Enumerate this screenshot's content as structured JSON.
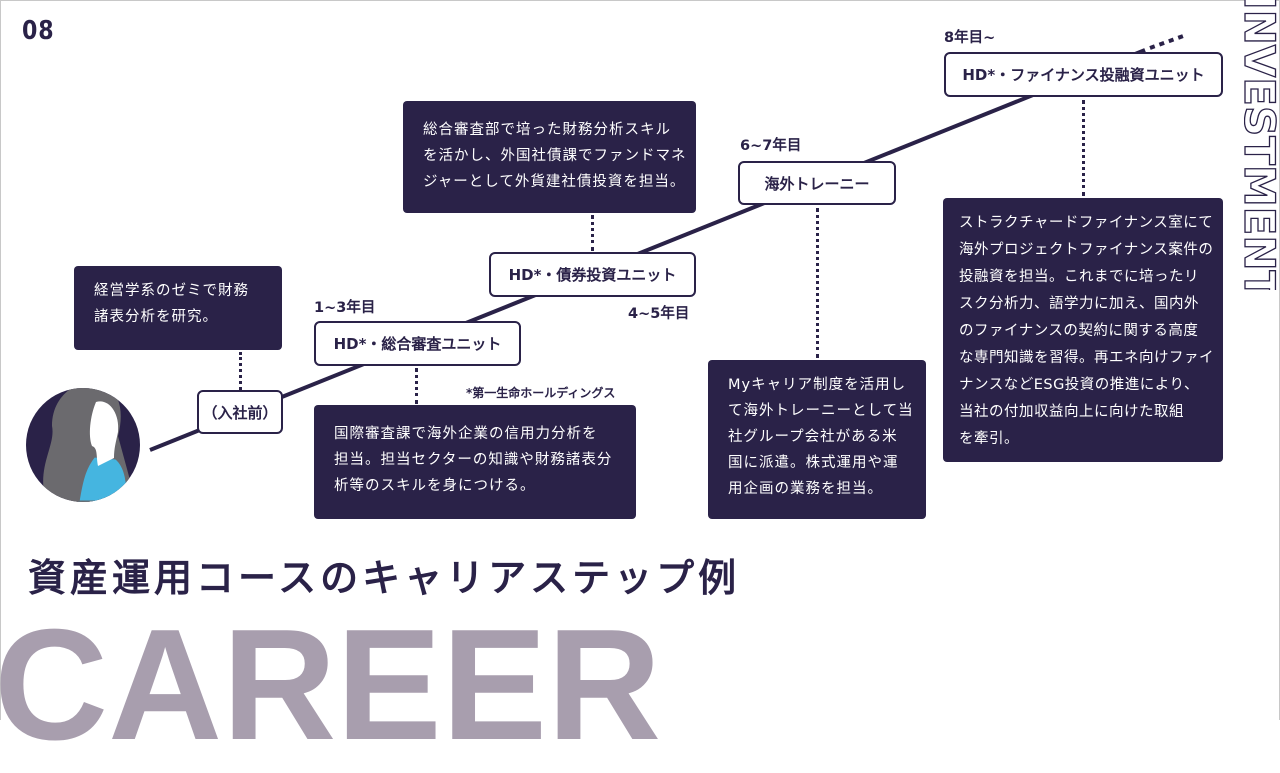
{
  "page_number": "08",
  "side_word": "INVESTMENT",
  "title": "資産運用コースのキャリアステップ例",
  "watermark": "CAREER",
  "footnote": "*第一生命ホールディングス",
  "steps": {
    "pre": {
      "label": "（入社前）",
      "desc": [
        "経営学系のゼミで財務",
        "諸表分析を研究。"
      ]
    },
    "s1": {
      "year": "1~3年目",
      "label": "HD*・総合審査ユニット",
      "desc": [
        "国際審査課で海外企業の信用力分析を",
        "担当。担当セクターの知識や財務諸表分",
        "析等のスキルを身につける。"
      ]
    },
    "s2": {
      "year": "4~5年目",
      "label": "HD*・債券投資ユニット",
      "desc": [
        "総合審査部で培った財務分析スキル",
        "を活かし、外国社債課でファンドマネ",
        "ジャーとして外貨建社債投資を担当。"
      ]
    },
    "s3": {
      "year": "6~7年目",
      "label": "海外トレーニー",
      "desc": [
        "Myキャリア制度を活用し",
        "て海外トレーニーとして当",
        "社グループ会社がある米",
        "国に派遣。株式運用や運",
        "用企画の業務を担当。"
      ]
    },
    "s4": {
      "year": "8年目~",
      "label": "HD*・ファイナンス投融資ユニット",
      "desc": [
        "ストラクチャードファイナンス室にて",
        "海外プロジェクトファイナンス案件の",
        "投融資を担当。これまでに培ったリ",
        "スク分析力、語学力に加え、国内外",
        "のファイナンスの契約に関する高度",
        "な専門知識を習得。再エネ向けファイ",
        "ナンスなどESG投資の推進により、",
        "当社の付加収益向上に向けた取組",
        "を牽引。"
      ]
    }
  },
  "colors": {
    "navy": "#2a2248",
    "watermark": "#a89eae",
    "shirt": "#45b5e0",
    "hair": "#6b6a6e"
  }
}
